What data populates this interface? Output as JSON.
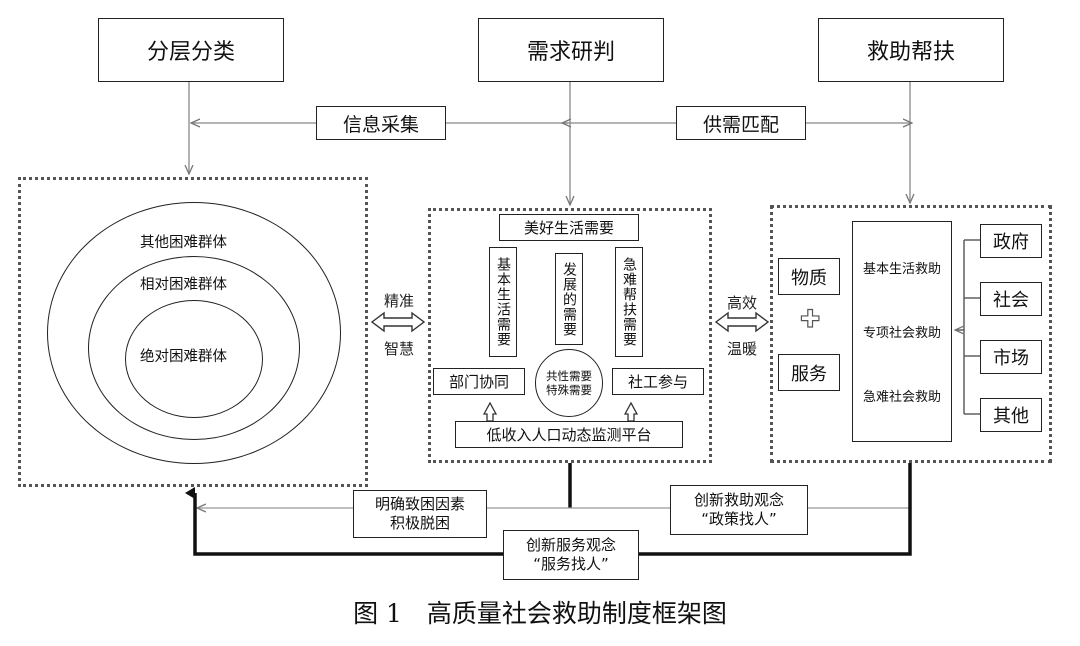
{
  "top": {
    "stratify": "分层分类",
    "demand": "需求研判",
    "assist": "救助帮扶",
    "info_collect": "信息采集",
    "supply_match": "供需匹配"
  },
  "left": {
    "outer": "其他困难群体",
    "middle": "相对困难群体",
    "inner": "绝对困难群体"
  },
  "arrows_left": {
    "top": "精准",
    "bottom": "智慧"
  },
  "arrows_right": {
    "top": "高效",
    "bottom": "温暖"
  },
  "center": {
    "better_life": "美好生活需要",
    "basic_needs": "基本生活需要",
    "develop_needs": "发展的需要",
    "urgent_needs": "急难帮扶需要",
    "common_line1": "共性需要",
    "common_line2": "特殊需要",
    "dept": "部门协同",
    "social_work": "社工参与",
    "platform": "低收入人口动态监测平台"
  },
  "right": {
    "material": "物质",
    "plus": "✚",
    "service": "服务",
    "assist_types": [
      "基本生活救助",
      "专项社会救助",
      "急难社会救助"
    ],
    "actors": [
      "政府",
      "社会",
      "市场",
      "其他"
    ]
  },
  "bottom": {
    "cause_line1": "明确致困因素",
    "cause_line2": "积极脱困",
    "policy_line1": "创新救助观念",
    "policy_line2": "“政策找人”",
    "service_line1": "创新服务观念",
    "service_line2": "“服务找人”"
  },
  "caption": "图 1　高质量社会救助制度框架图"
}
